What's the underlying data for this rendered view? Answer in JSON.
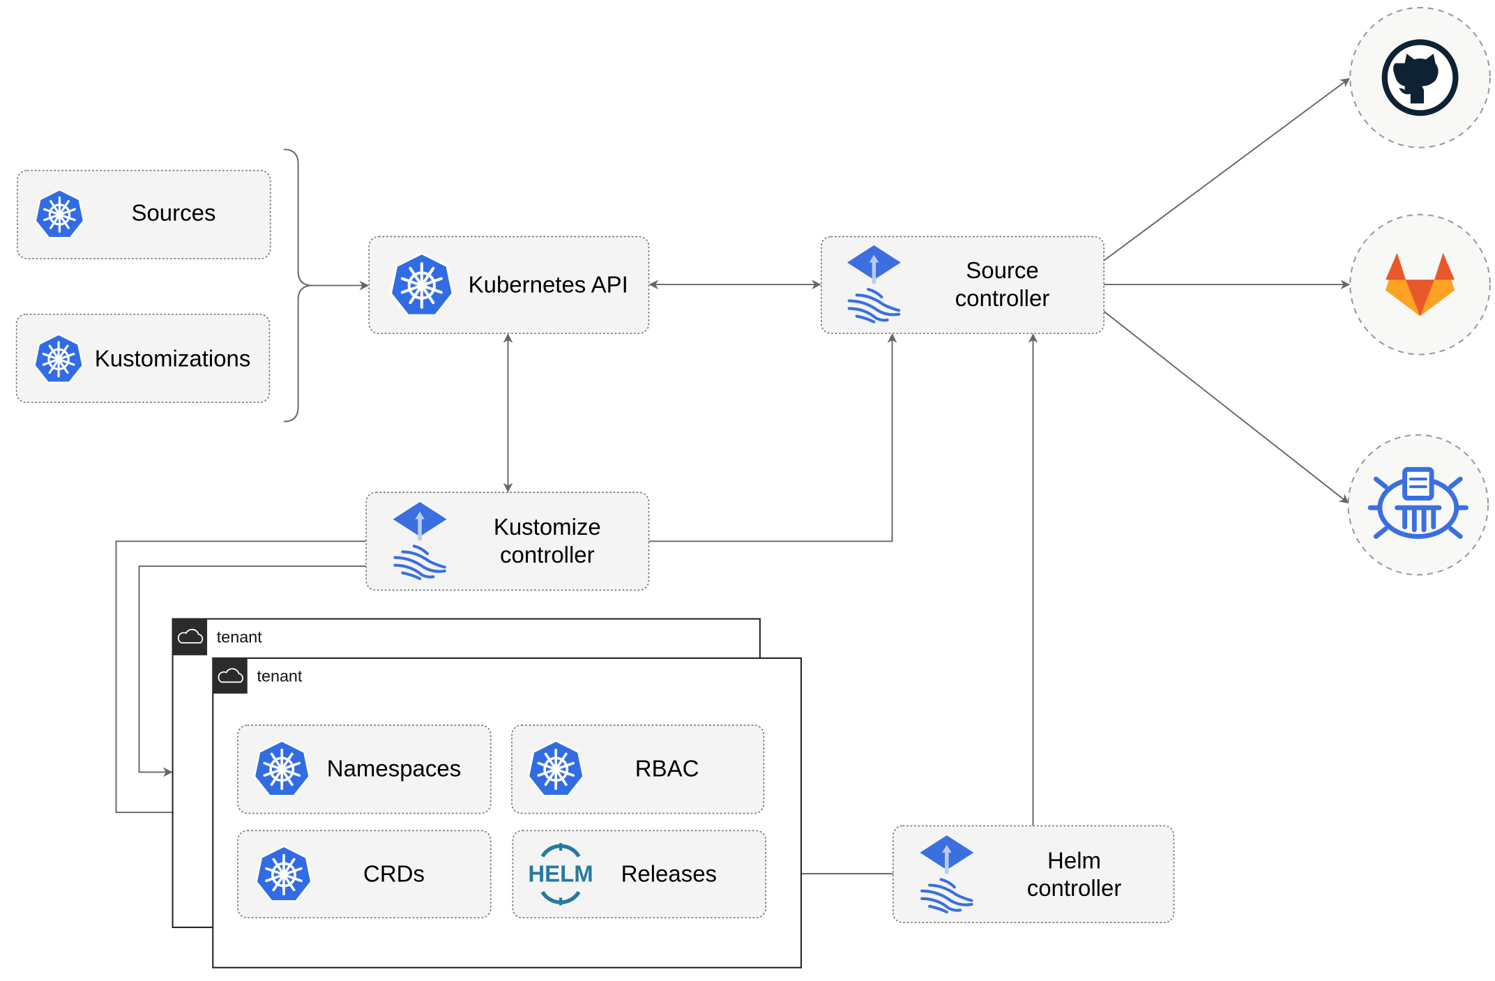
{
  "nodes": {
    "sources": "Sources",
    "kustomizations": "Kustomizations",
    "kubernetes_api": "Kubernetes API",
    "source_controller": [
      "Source",
      "controller"
    ],
    "kustomize_controller": [
      "Kustomize",
      "controller"
    ],
    "helm_controller": [
      "Helm",
      "controller"
    ],
    "namespaces": "Namespaces",
    "rbac": "RBAC",
    "crds": "CRDs",
    "releases": "Releases"
  },
  "tenants": [
    "tenant",
    "tenant"
  ],
  "helm_logo_text": "HELM",
  "external_sources": [
    "github-icon",
    "gitlab-icon",
    "bucket-icon"
  ],
  "colors": {
    "kubernetes_blue": "#326ce5",
    "flux_blue": "#3b6fe0",
    "helm_blue": "#277a9f",
    "gitlab_orange": "#e9572a",
    "github_dark": "#0f2233"
  }
}
